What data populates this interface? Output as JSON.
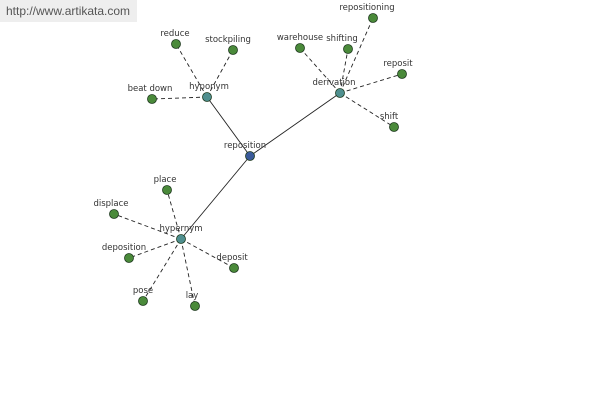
{
  "banner": {
    "url": "http://www.artikata.com"
  },
  "colors": {
    "center_node": "#3a5a9a",
    "relation_node": "#4f8f8f",
    "leaf_node": "#4a8a3a",
    "edge": "#222222",
    "node_stroke": "#1e3a1e"
  },
  "graph": {
    "center": {
      "id": "reposition",
      "label": "reposition"
    },
    "relations": [
      {
        "id": "hyponym",
        "label": "hyponym"
      },
      {
        "id": "derivation",
        "label": "derivation"
      },
      {
        "id": "hypernym",
        "label": "hypernym"
      }
    ],
    "leaves": [
      {
        "id": "reduce",
        "label": "reduce",
        "relation": "hyponym"
      },
      {
        "id": "stockpiling",
        "label": "stockpiling",
        "relation": "hyponym"
      },
      {
        "id": "beat-down",
        "label": "beat down",
        "relation": "hyponym"
      },
      {
        "id": "warehouse",
        "label": "warehouse",
        "relation": "derivation"
      },
      {
        "id": "shifting",
        "label": "shifting",
        "relation": "derivation"
      },
      {
        "id": "repositioning",
        "label": "repositioning",
        "relation": "derivation"
      },
      {
        "id": "reposit",
        "label": "reposit",
        "relation": "derivation"
      },
      {
        "id": "shift",
        "label": "shift",
        "relation": "derivation"
      },
      {
        "id": "place",
        "label": "place",
        "relation": "hypernym"
      },
      {
        "id": "displace",
        "label": "displace",
        "relation": "hypernym"
      },
      {
        "id": "deposition",
        "label": "deposition",
        "relation": "hypernym"
      },
      {
        "id": "pose",
        "label": "pose",
        "relation": "hypernym"
      },
      {
        "id": "lay",
        "label": "lay",
        "relation": "hypernym"
      },
      {
        "id": "deposit",
        "label": "deposit",
        "relation": "hypernym"
      }
    ]
  }
}
